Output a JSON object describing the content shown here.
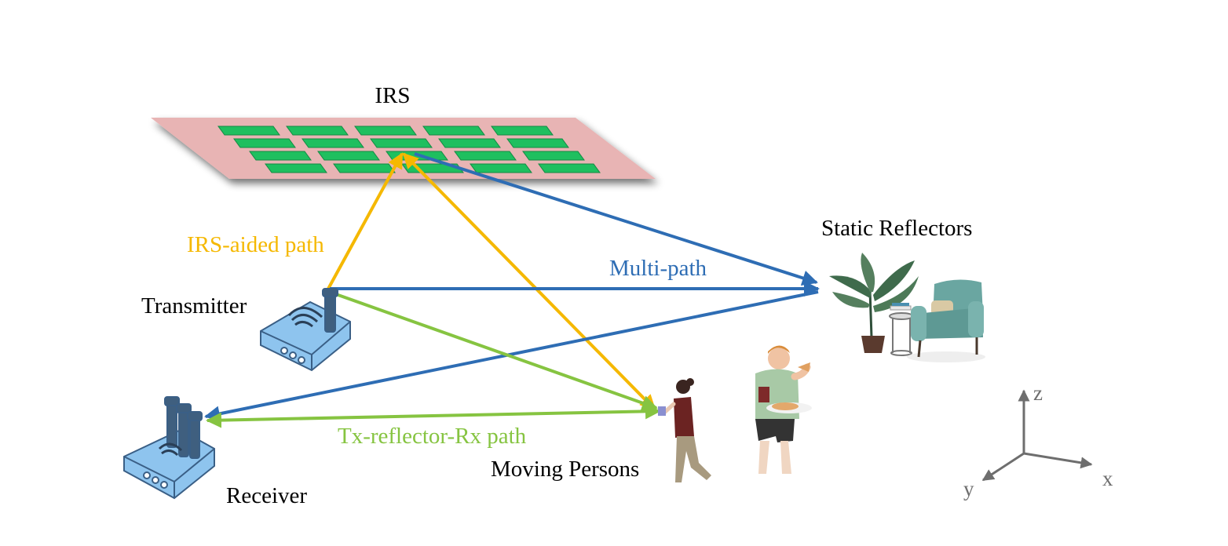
{
  "labels": {
    "irs": "IRS",
    "irs_path": "IRS-aided path",
    "multi_path": "Multi-path",
    "transmitter": "Transmitter",
    "static_reflectors": "Static Reflectors",
    "tx_reflector_rx_path": "Tx-reflector-Rx path",
    "moving_persons": "Moving Persons",
    "receiver": "Receiver",
    "axis_z": "z",
    "axis_x": "x",
    "axis_y": "y"
  },
  "colors": {
    "irs_path": "#f5b800",
    "multi_path": "#2e6db4",
    "tx_reflector_rx_path": "#86c441",
    "irs_panel": "#e8b4b4",
    "irs_element": "#1fbf5f",
    "router": "#8ec4ee",
    "router_stroke": "#3a5f86",
    "antenna": "#3f5f7f",
    "plant": "#3f6b4c",
    "chair": "#6aa6a1",
    "axis": "#6e6e6e"
  },
  "icons": [
    "router-icon",
    "plant-icon",
    "armchair-icon",
    "person-icon"
  ]
}
